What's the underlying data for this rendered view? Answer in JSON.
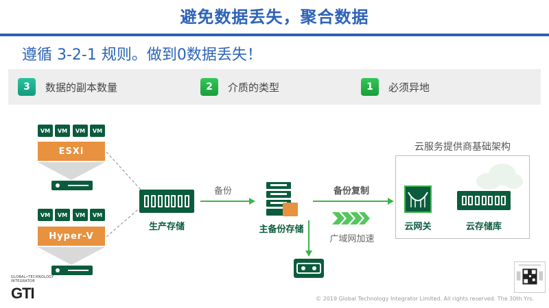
{
  "header": {
    "title": "避免数据丢失，聚合数据"
  },
  "subtitle": "遵循 3-2-1 规则。做到0数据丢失！",
  "rules": [
    {
      "number": "3",
      "label": "数据的副本数量"
    },
    {
      "number": "2",
      "label": "介质的类型"
    },
    {
      "number": "1",
      "label": "必须异地"
    }
  ],
  "hosts": {
    "vm_label": "VM",
    "esxi": "ESXi",
    "hyperv": "Hyper-V"
  },
  "flow": {
    "production_storage": "生产存储",
    "backup_label": "备份",
    "primary_backup_storage": "主备份存储",
    "backup_copy": "备份复制",
    "wan_accel": "广域网加速"
  },
  "cloud": {
    "title": "云服务提供商基础架构",
    "gateway": "云网关",
    "repository": "云存储库"
  },
  "branding": {
    "company_small": "GLOBAL•TECHNOLOGY INTEGRATOR",
    "logo_text": "GTI"
  },
  "footer": "© 2019 Global Technology Integrator Limited. All rights reserved. The 30th Yrs.",
  "colors": {
    "title_blue": "#2e63b8",
    "dark_green": "#0a5c3c",
    "orange": "#e8913f",
    "arrow_green": "#3cb44b"
  }
}
